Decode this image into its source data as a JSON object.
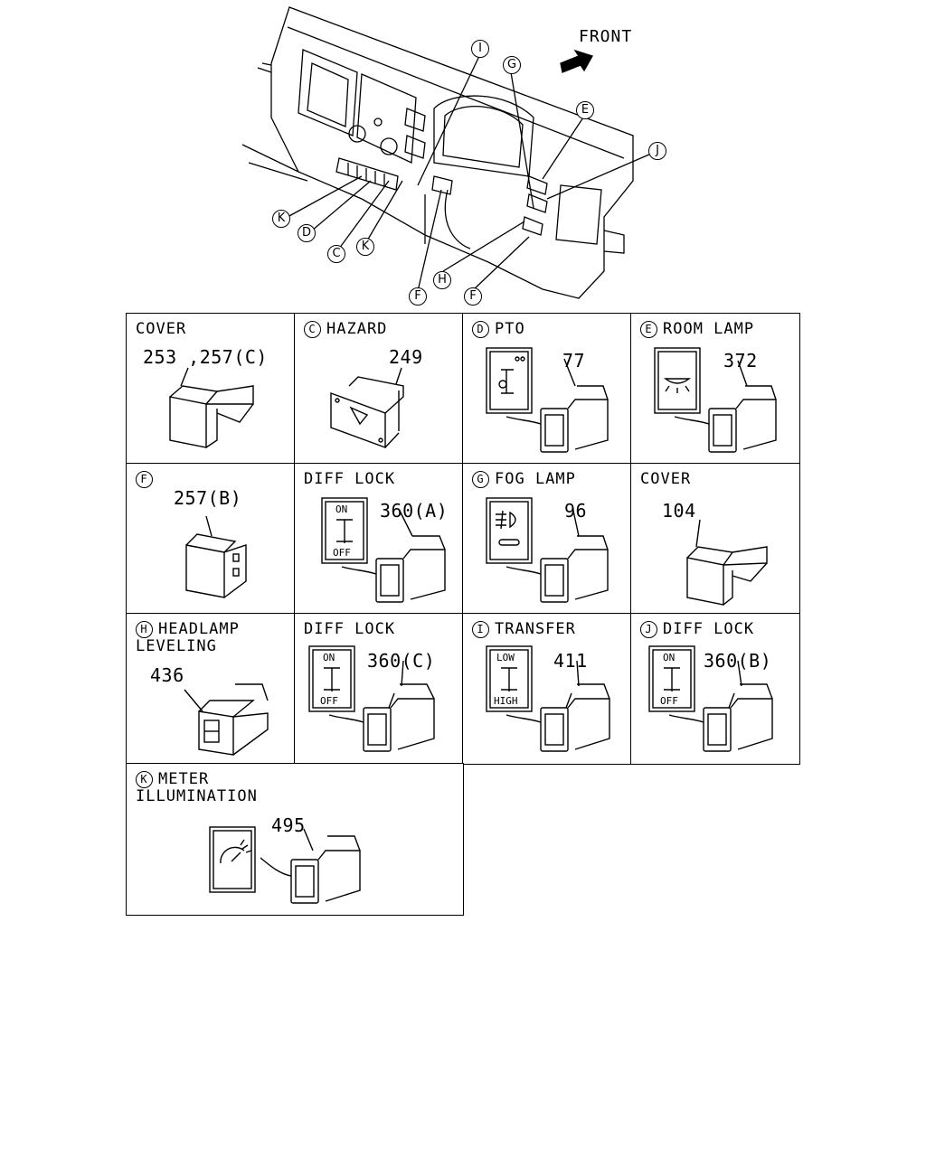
{
  "overview": {
    "front_label": "FRONT",
    "callouts": [
      "I",
      "G",
      "E",
      "J",
      "K",
      "D",
      "C",
      "K",
      "F",
      "H",
      "F"
    ]
  },
  "cells": [
    {
      "letter": "",
      "title": "COVER",
      "part": "253 ,257(C)"
    },
    {
      "letter": "C",
      "title": "HAZARD",
      "part": "249"
    },
    {
      "letter": "D",
      "title": "PTO",
      "part": "77"
    },
    {
      "letter": "E",
      "title": "ROOM LAMP",
      "part": "372"
    },
    {
      "letter": "F",
      "title": "",
      "part": "257(B)"
    },
    {
      "letter": "",
      "title": "DIFF LOCK",
      "part": "360(A)",
      "icon_text": [
        "ON",
        "OFF"
      ]
    },
    {
      "letter": "G",
      "title": "FOG LAMP",
      "part": "96"
    },
    {
      "letter": "",
      "title": "COVER",
      "part": "104"
    },
    {
      "letter": "H",
      "title": "HEADLAMP\nLEVELING",
      "part": "436"
    },
    {
      "letter": "",
      "title": "DIFF LOCK",
      "part": "360(C)",
      "icon_text": [
        "ON",
        "OFF"
      ]
    },
    {
      "letter": "I",
      "title": "TRANSFER",
      "part": "411",
      "icon_text": [
        "LOW",
        "HIGH"
      ]
    },
    {
      "letter": "J",
      "title": "DIFF LOCK",
      "part": "360(B)",
      "icon_text": [
        "ON",
        "OFF"
      ]
    },
    {
      "letter": "K",
      "title": "METER\nILLUMINATION",
      "part": "495"
    }
  ]
}
